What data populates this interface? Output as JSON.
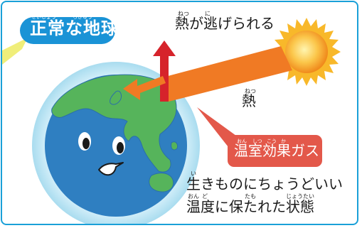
{
  "title": {
    "text": "正常な地球",
    "ruby": [
      "せいじょう",
      "ちきゅう"
    ]
  },
  "labels": {
    "heat_escape": {
      "text": "熱が逃げられる",
      "ruby": [
        "ねつ",
        "に"
      ]
    },
    "heat": {
      "text": "熱",
      "ruby": [
        "ねつ"
      ]
    },
    "greenhouse_gas": {
      "text": "温室効果ガス",
      "ruby": [
        "おん",
        "しつ",
        "こう",
        "か"
      ]
    },
    "comfort_line1": {
      "text": "生きものにちょうどいい",
      "ruby": [
        "い"
      ]
    },
    "comfort_line2": {
      "text": "温度に保たれた状態",
      "ruby": [
        "おん",
        "ど",
        "たも",
        "じょうたい"
      ]
    }
  },
  "colors": {
    "frame": "#1aa0d8",
    "badge": "#1a93d6",
    "ocean": "#2f7fc1",
    "land": "#56b45b",
    "atmosphere": "#bfe6f4",
    "heat_arrow": "#f07a24",
    "escape_arrow": "#d6232b",
    "ghg_box": "#e3584a",
    "sun": "#f8a41d",
    "ray_arrow": "#f0ee7a"
  }
}
